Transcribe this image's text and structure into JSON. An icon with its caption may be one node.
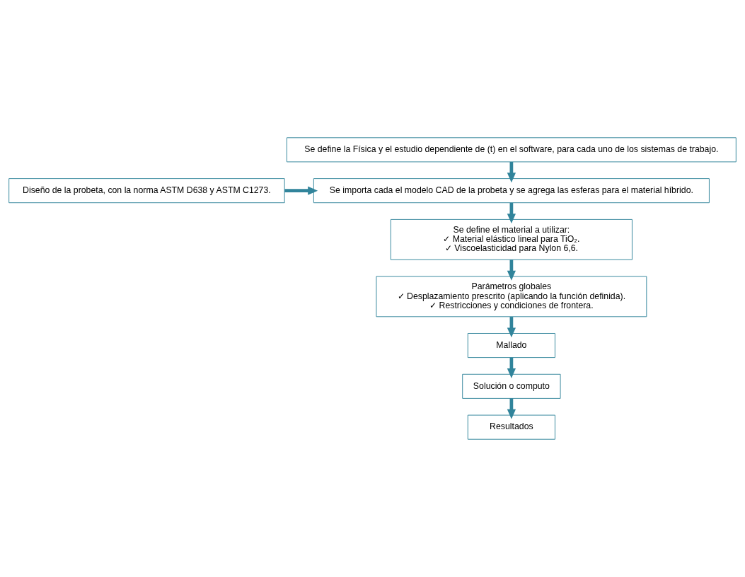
{
  "diagram": {
    "nodes": [
      {
        "text": [
          "Se define la Física y el estudio dependiente de (t) en el software, para cada uno de los sistemas de trabajo."
        ]
      },
      {
        "text": [
          "Diseño de la probeta, con la norma ASTM D638 y ASTM C1273."
        ]
      },
      {
        "text": [
          "Se importa cada el modelo CAD de la probeta y se agrega las esferas para el material híbrido."
        ]
      },
      {
        "text": [
          "Se define el material a utilizar:",
          "✓ Material elástico lineal para TiO₂.",
          "✓ Viscoelasticidad para Nylon 6,6."
        ]
      },
      {
        "text": [
          "Parámetros globales",
          "✓ Desplazamiento prescrito (aplicando la función definida).",
          "✓ Restricciones y condiciones de frontera."
        ]
      },
      {
        "text": [
          "Mallado"
        ]
      },
      {
        "text": [
          "Solución o computo"
        ]
      },
      {
        "text": [
          "Resultados"
        ]
      }
    ],
    "edges": [
      {
        "from": 0,
        "to": 2,
        "arrow": "to"
      },
      {
        "from": 1,
        "to": 2,
        "arrow": "to"
      },
      {
        "from": 2,
        "to": 3,
        "arrow": "to"
      },
      {
        "from": 3,
        "to": 4,
        "arrow": "to"
      },
      {
        "from": 4,
        "to": 5,
        "arrow": "to"
      },
      {
        "from": 5,
        "to": 6,
        "arrow": "to"
      },
      {
        "from": 6,
        "to": 7,
        "arrow": "to"
      }
    ]
  }
}
